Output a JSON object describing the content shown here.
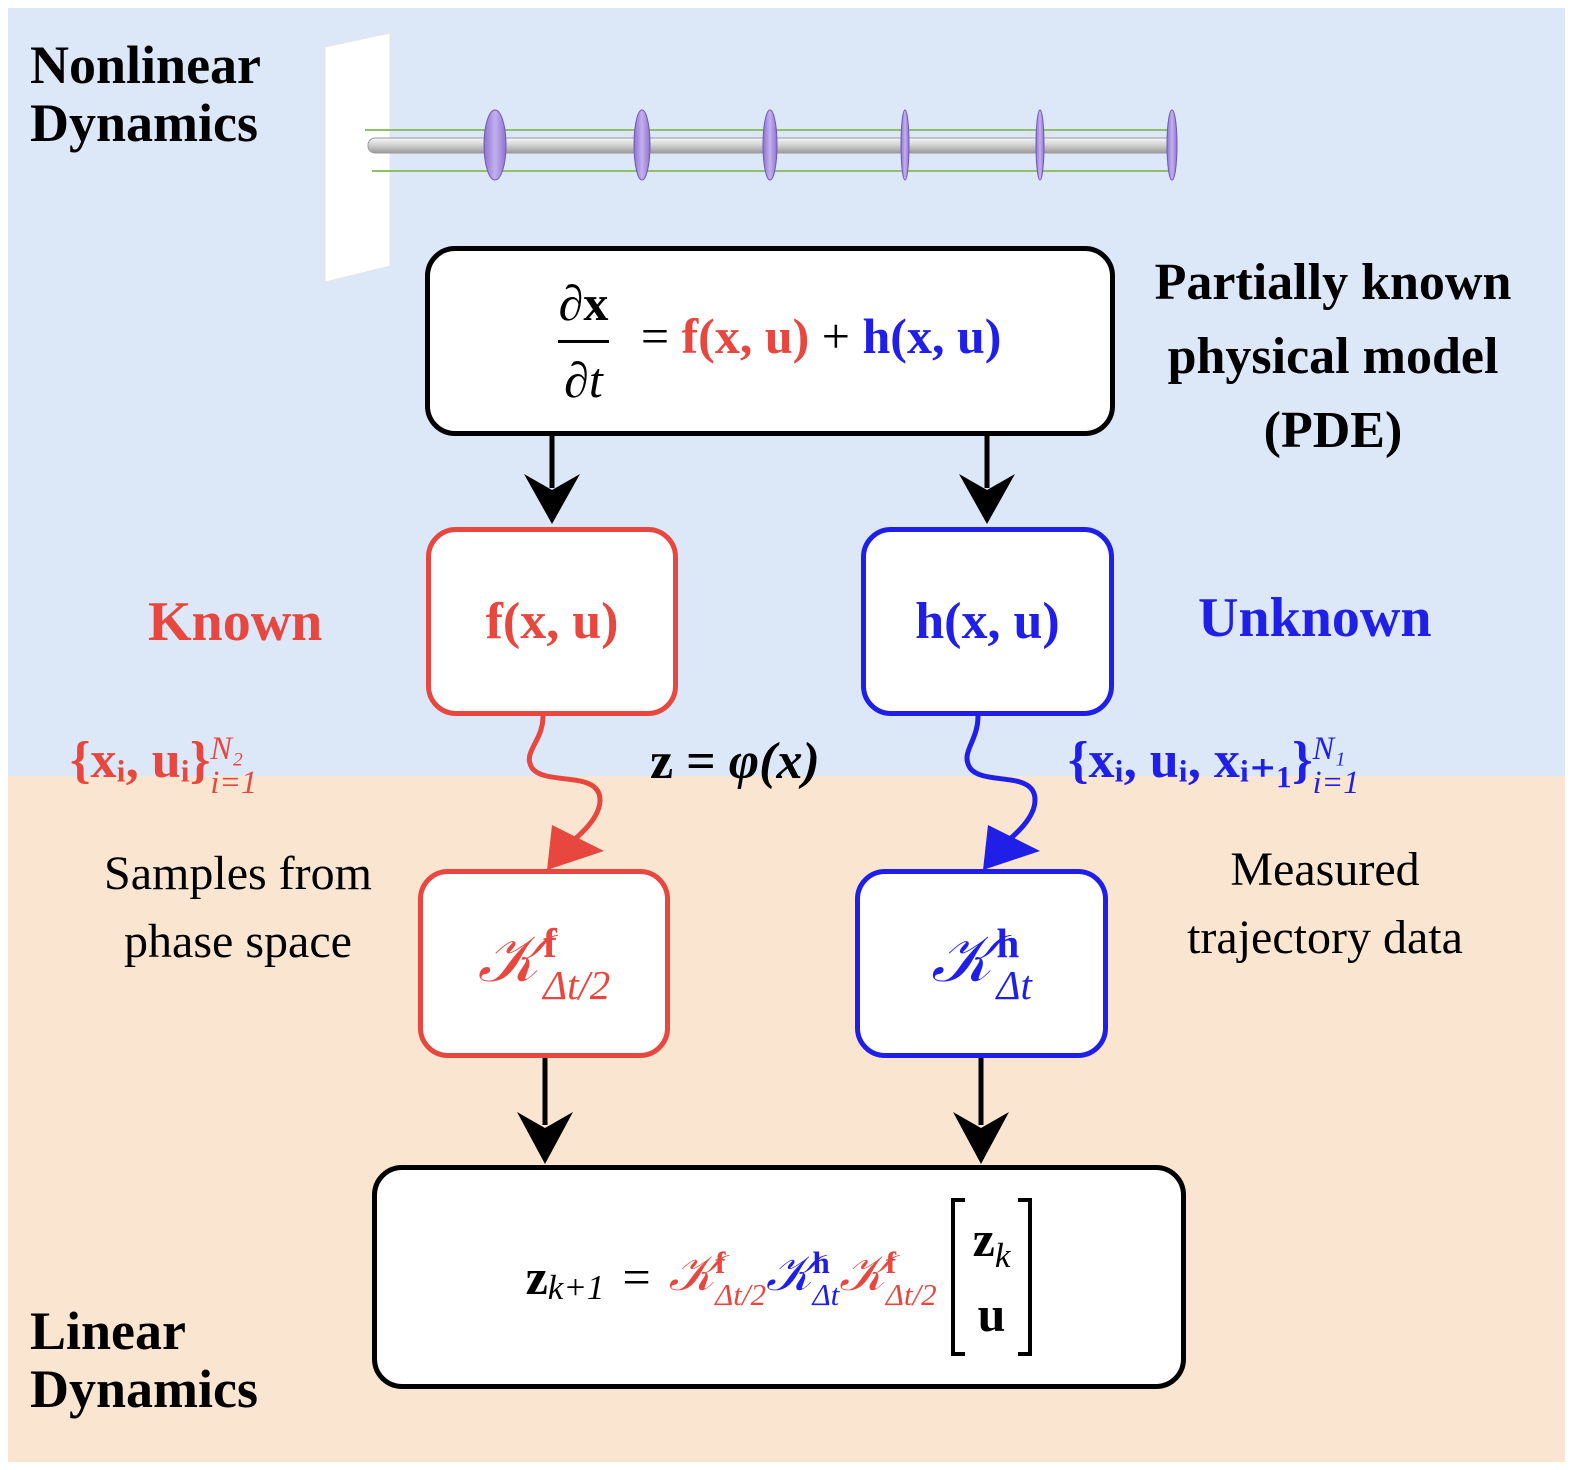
{
  "colors": {
    "top_bg": "#dce7f7",
    "bottom_bg": "#fae6d0",
    "known_red": "#e8473f",
    "unknown_blue": "#1f1fe8",
    "black": "#000000",
    "beam_purple": "#a98ee0"
  },
  "regions": {
    "top_title_line1": "Nonlinear",
    "top_title_line2": "Dynamics",
    "bottom_title_line1": "Linear",
    "bottom_title_line2": "Dynamics"
  },
  "pde_box": {
    "side_label_line1": "Partially known",
    "side_label_line2": "physical model",
    "side_label_line3": "(PDE)",
    "frac_num_op": "∂",
    "frac_num_var": "x",
    "frac_den_op": "∂",
    "frac_den_var": "t",
    "equals": "=",
    "f_term": "f(x, u)",
    "plus": "+",
    "h_term": "h(x, u)"
  },
  "known": {
    "label": "Known",
    "box_text": "f(x, u)",
    "samples_set": "{xᵢ, uᵢ}",
    "samples_upper": "N₂",
    "samples_lower": "i=1",
    "desc_line1": "Samples from",
    "desc_line2": "phase space",
    "operator_symbol": "𝒦",
    "operator_sup": "f",
    "operator_sub": "Δt/2"
  },
  "unknown": {
    "label": "Unknown",
    "box_text": "h(x, u)",
    "data_set": "{xᵢ, uᵢ, xᵢ₊₁}",
    "data_upper": "N₁",
    "data_lower": "i=1",
    "desc_line1": "Measured",
    "desc_line2": "trajectory data",
    "operator_symbol": "𝒦",
    "operator_sup": "h",
    "operator_sub": "Δt"
  },
  "lifting": {
    "lhs": "z",
    "equals": "=",
    "rhs": "φ(x)"
  },
  "final_box": {
    "lhs_var": "z",
    "lhs_sub": "k+1",
    "equals": "=",
    "k1_symbol": "𝒦",
    "k1_sup": "f",
    "k1_sub": "Δt/2",
    "k2_symbol": "𝒦",
    "k2_sup": "h",
    "k2_sub": "Δt",
    "k3_symbol": "𝒦",
    "k3_sup": "f",
    "k3_sub": "Δt/2",
    "vec_top_var": "z",
    "vec_top_sub": "k",
    "vec_bottom": "u"
  }
}
